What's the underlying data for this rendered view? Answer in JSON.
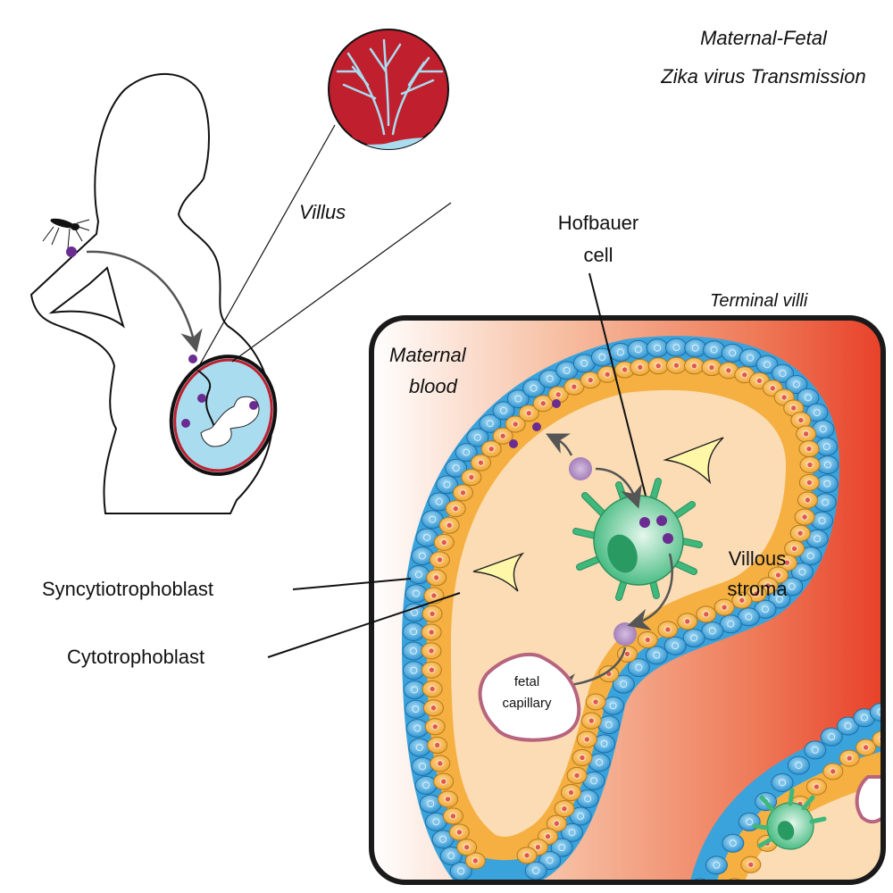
{
  "title": {
    "line1": "Maternal-Fetal",
    "line2": "Zika virus Transmission"
  },
  "labels": {
    "villus": "Villus",
    "hofbauer_line1": "Hofbauer",
    "hofbauer_line2": "cell",
    "terminal_villi": "Terminal villi",
    "maternal_blood_line1": "Maternal",
    "maternal_blood_line2": "blood",
    "villous_stroma_line1": "Villous",
    "villous_stroma_line2": "stroma",
    "syncytiotrophoblast": "Syncytiotrophoblast",
    "cytotrophoblast": "Cytotrophoblast",
    "fetal_capillary_line1": "fetal",
    "fetal_capillary_line2": "capillary"
  },
  "icons": {
    "mosquito": "mosquito-icon",
    "virus": "zika-virion-icon",
    "fetus": "fetus-icon",
    "macrophage": "hofbauer-cell-icon",
    "fibroblast": "stromal-cell-icon"
  },
  "colors": {
    "virus_purple": "#6a2c91",
    "virion_lilac": "#b89ac8",
    "villus_red": "#c0202e",
    "amniotic_blue": "#a9dcef",
    "syncytio_blue": "#3aa3dc",
    "cyto_orange": "#f5b041",
    "nucleus_red": "#e0584a",
    "stroma_peach": "#fbdcb4",
    "hofbauer_green": "#3fb87c",
    "blood_red": "#e8482a",
    "capillary_border": "#b7647e"
  }
}
